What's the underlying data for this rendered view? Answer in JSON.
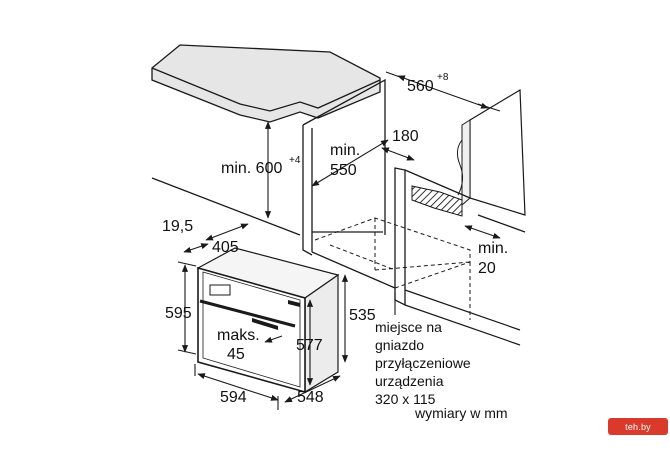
{
  "labels": {
    "dim_560": "560",
    "dim_560_tol": "+8",
    "dim_600": "min. 600",
    "dim_600_tol": "+4",
    "dim_550_a": "min.",
    "dim_550_b": "550",
    "dim_180": "180",
    "dim_20_a": "min.",
    "dim_20_b": "20",
    "dim_19_5": "19,5",
    "dim_405": "405",
    "dim_595": "595",
    "dim_535": "535",
    "dim_577": "577",
    "dim_max_a": "maks.",
    "dim_max_b": "45",
    "dim_594": "594",
    "dim_548": "548"
  },
  "note_lines": [
    "miejsce na",
    "gniazdo",
    "przyłączeniowe",
    "urządzenia",
    "320 x 115"
  ],
  "units_note": "wymiary w mm",
  "watermark": "teh.by",
  "colors": {
    "worktop": "#e6e6e6",
    "line": "#1a1a1a",
    "cutout": "#3a3a3a"
  }
}
